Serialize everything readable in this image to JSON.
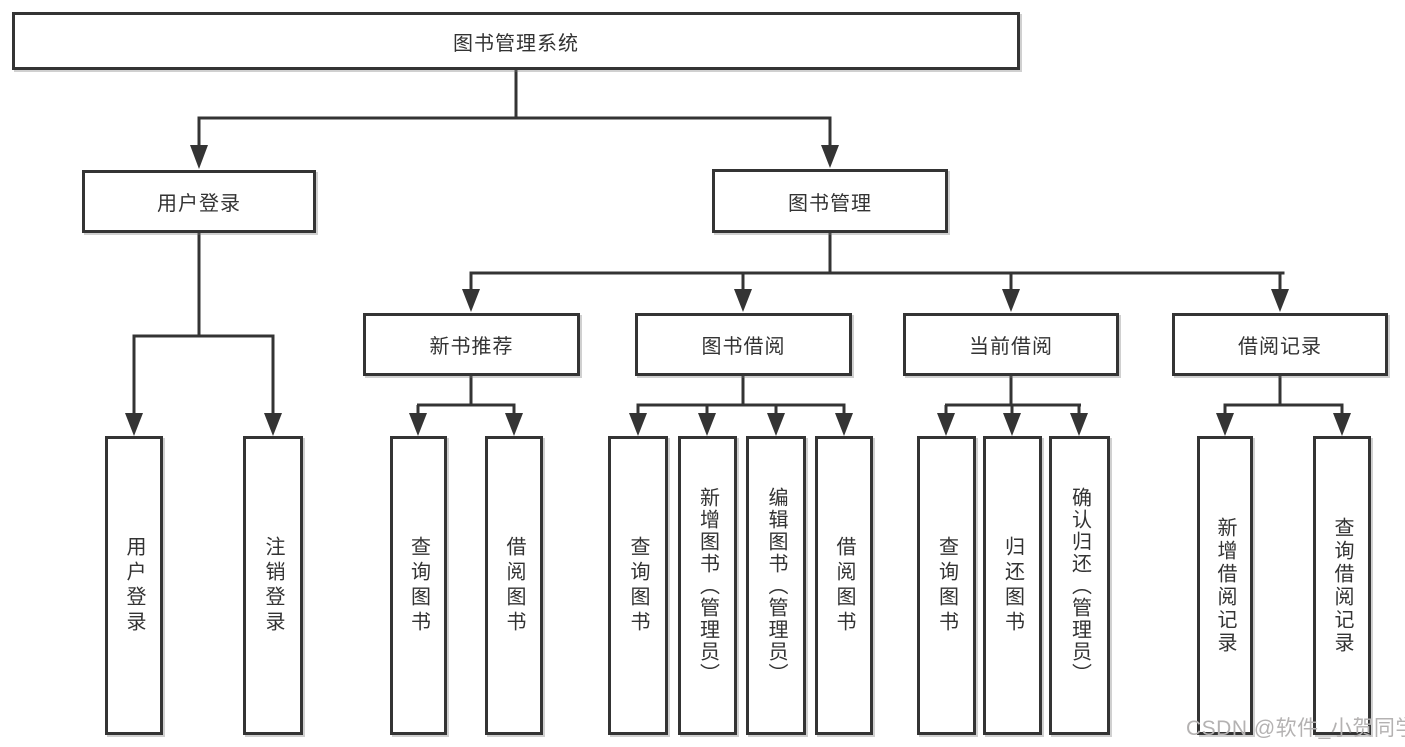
{
  "diagram_title": "图书管理系统",
  "tree": {
    "root": {
      "label": "图书管理系统",
      "children": [
        {
          "label": "用户登录",
          "children": [
            {
              "label": "用户登录"
            },
            {
              "label": "注销登录"
            }
          ]
        },
        {
          "label": "图书管理",
          "children": [
            {
              "label": "新书推荐",
              "children": [
                {
                  "label": "查询图书"
                },
                {
                  "label": "借阅图书"
                }
              ]
            },
            {
              "label": "图书借阅",
              "children": [
                {
                  "label": "查询图书"
                },
                {
                  "label": "新增图书（管理员）"
                },
                {
                  "label": "编辑图书（管理员）"
                },
                {
                  "label": "借阅图书"
                }
              ]
            },
            {
              "label": "当前借阅",
              "children": [
                {
                  "label": "查询图书"
                },
                {
                  "label": "归还图书"
                },
                {
                  "label": "确认归还（管理员）"
                }
              ]
            },
            {
              "label": "借阅记录",
              "children": [
                {
                  "label": "新增借阅记录"
                },
                {
                  "label": "查询借阅记录"
                }
              ]
            }
          ]
        }
      ]
    }
  },
  "watermark": {
    "text": "CSDN @软件_小贺同学",
    "color": "#b4b2b2"
  },
  "colors": {
    "background": "#ffffff",
    "box_border": "#343434",
    "line": "#343434",
    "text": "#333333",
    "watermark": "#b4b2b2"
  }
}
